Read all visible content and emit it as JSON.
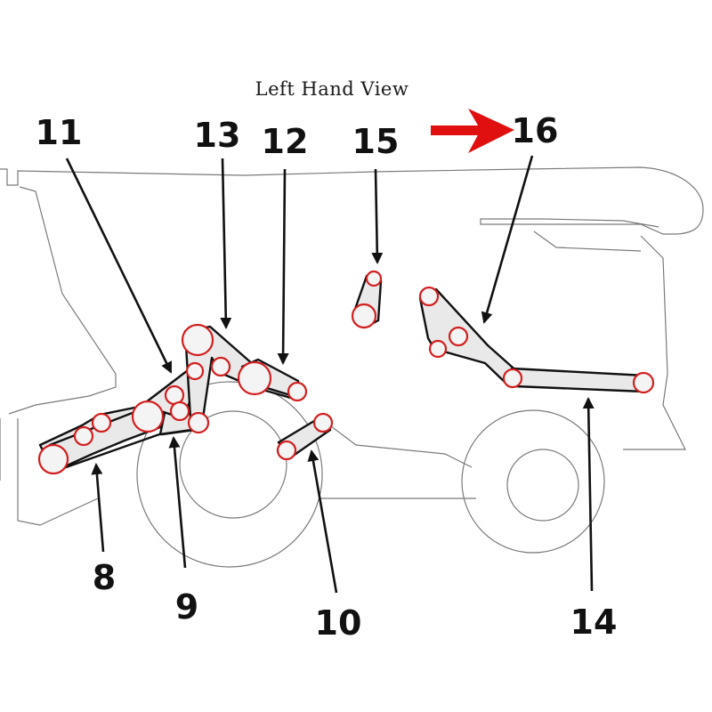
{
  "title": "Left Hand View",
  "callouts": [
    {
      "id": "8",
      "label": "8"
    },
    {
      "id": "9",
      "label": "9"
    },
    {
      "id": "10",
      "label": "10"
    },
    {
      "id": "11",
      "label": "11"
    },
    {
      "id": "12",
      "label": "12"
    },
    {
      "id": "13",
      "label": "13"
    },
    {
      "id": "14",
      "label": "14"
    },
    {
      "id": "15",
      "label": "15"
    },
    {
      "id": "16",
      "label": "16"
    }
  ],
  "colors": {
    "pulley_outline": "#d21f1f",
    "direction_arrow": "#e01010",
    "belt_stroke": "#111111",
    "machine_outline": "#7a7a7a"
  },
  "icons": {
    "direction": "red-right-arrow-icon"
  }
}
